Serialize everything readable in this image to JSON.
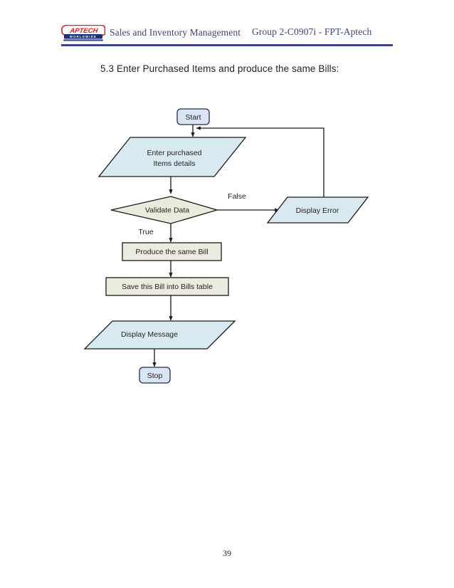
{
  "header": {
    "logo": {
      "icon": "aptech-logo",
      "brand": "APTECH",
      "tagline": "WORLDWIDE",
      "brand_color": "#e2201c",
      "bar_color": "#1d2f7a"
    },
    "left_text": "Sales and Inventory Management",
    "right_text": "Group 2-C0907i  -  FPT-Aptech",
    "rule_color": "#3b4488",
    "text_color": "#3b4488"
  },
  "section": {
    "title": "5.3 Enter Purchased Items and produce the same Bills:"
  },
  "chart_data": {
    "type": "diagram",
    "diagram_kind": "flowchart",
    "title": "5.3 Enter Purchased Items and produce the same Bills:",
    "colors": {
      "terminator_fill": "#dbe5f1",
      "terminator_stroke": "#21304a",
      "io_fill": "#d9e9f0",
      "io_stroke": "#1a1a1a",
      "decision_fill": "#e9ecdc",
      "decision_stroke": "#1a1a1a",
      "process_fill": "#ecebdf",
      "process_stroke": "#1a1a1a",
      "connector": "#1a1a1a"
    },
    "nodes": [
      {
        "id": "start",
        "shape": "terminator",
        "label": "Start"
      },
      {
        "id": "enter",
        "shape": "parallelogram",
        "label": "Enter purchased Items details",
        "line1": "Enter purchased",
        "line2": "Items details"
      },
      {
        "id": "validate",
        "shape": "diamond",
        "label": "Validate Data"
      },
      {
        "id": "displayerror",
        "shape": "parallelogram",
        "label": "Display Error"
      },
      {
        "id": "produce",
        "shape": "rectangle",
        "label": "Produce the same Bill"
      },
      {
        "id": "save",
        "shape": "rectangle",
        "label": "Save this Bill into Bills table"
      },
      {
        "id": "message",
        "shape": "parallelogram",
        "label": "Display Message"
      },
      {
        "id": "stop",
        "shape": "terminator",
        "label": "Stop"
      }
    ],
    "edges": [
      {
        "from": "start",
        "to": "enter",
        "label": ""
      },
      {
        "from": "enter",
        "to": "validate",
        "label": ""
      },
      {
        "from": "validate",
        "to": "displayerror",
        "label": "False"
      },
      {
        "from": "validate",
        "to": "produce",
        "label": "True"
      },
      {
        "from": "displayerror",
        "to": "start",
        "label": ""
      },
      {
        "from": "produce",
        "to": "save",
        "label": ""
      },
      {
        "from": "save",
        "to": "message",
        "label": ""
      },
      {
        "from": "message",
        "to": "stop",
        "label": ""
      }
    ],
    "branch_labels": {
      "false": "False",
      "true": "True"
    }
  },
  "footer": {
    "page_number": "39"
  }
}
